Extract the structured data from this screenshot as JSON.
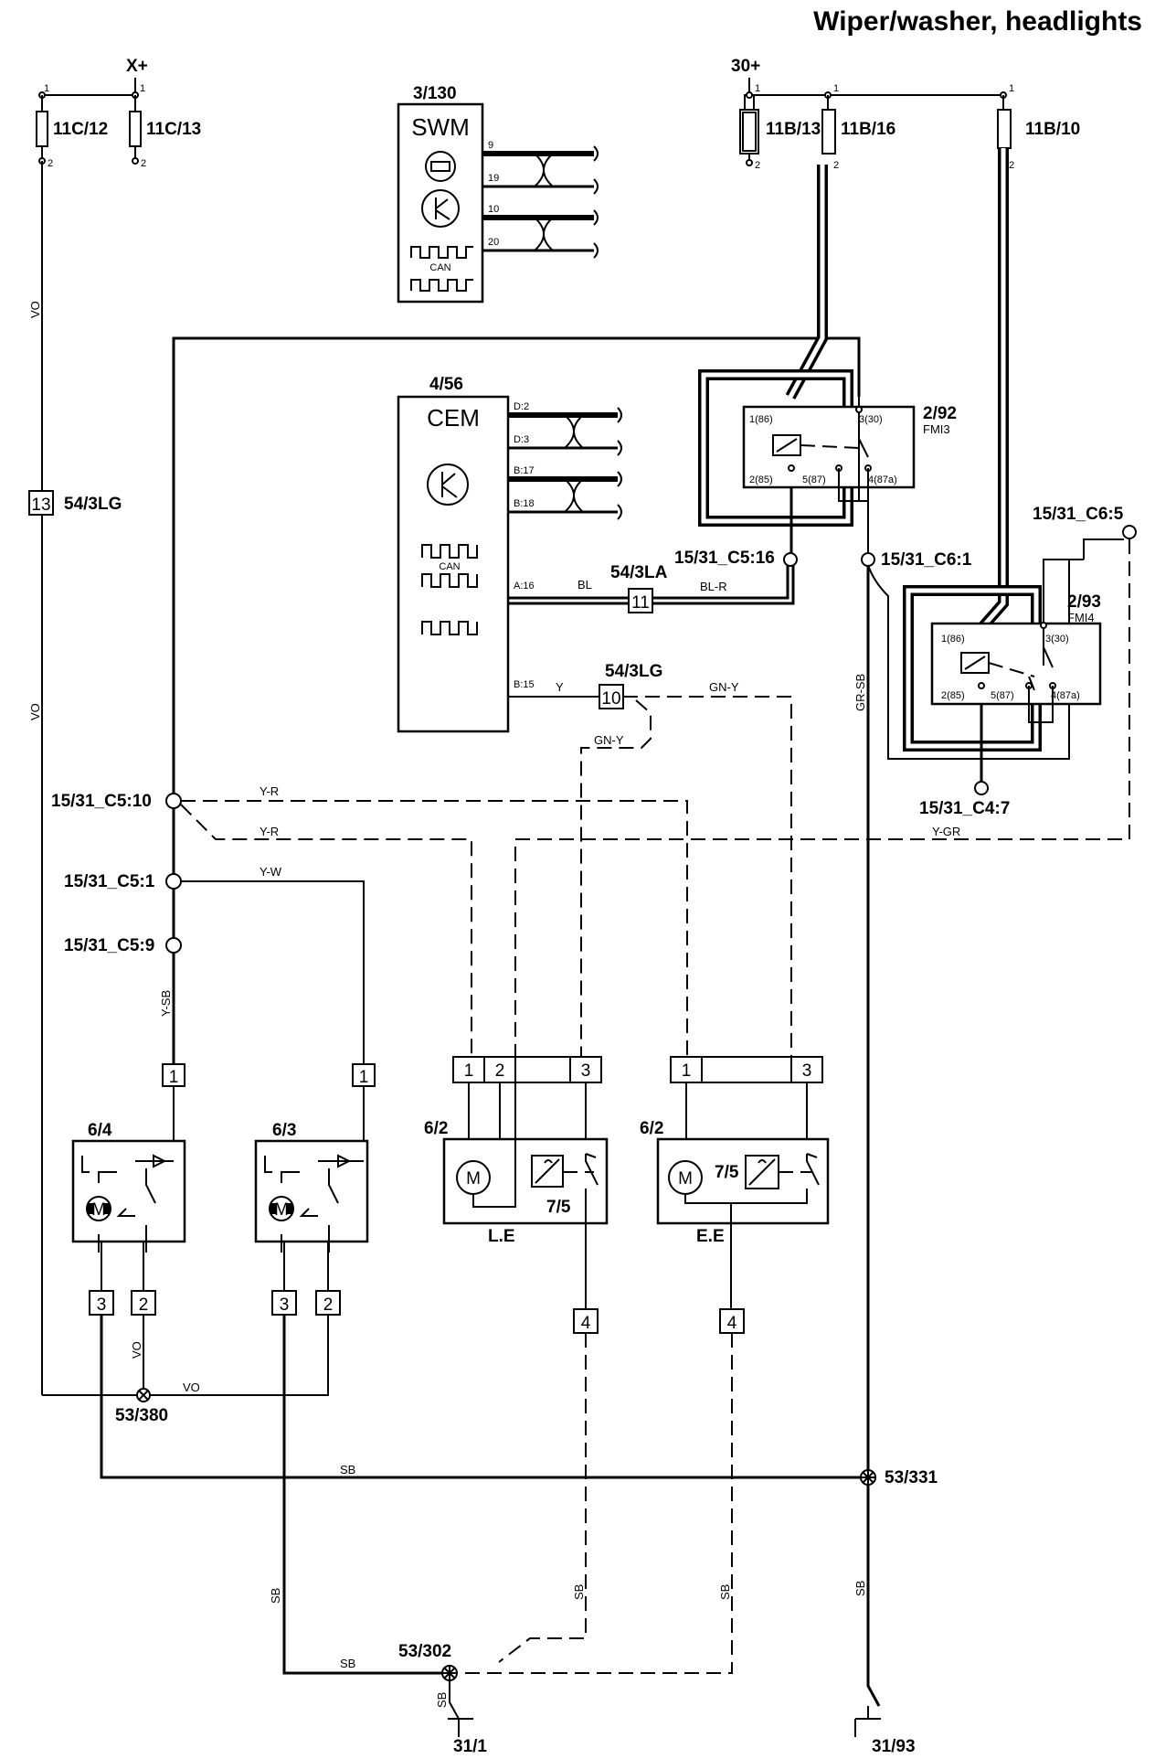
{
  "title": "Wiper/washer, headlights",
  "supplies": {
    "xplus": "X+",
    "b30": "30+"
  },
  "fuses": {
    "f1": "11C/12",
    "f2": "11C/13",
    "f3": "11B/13",
    "f4": "11B/16",
    "f5": "11B/10"
  },
  "fuse_pins": {
    "one": "1",
    "two": "2"
  },
  "swm": {
    "id": "3/130",
    "name": "SWM",
    "can": "CAN",
    "pins": [
      "9",
      "19",
      "10",
      "20"
    ]
  },
  "cem": {
    "id": "4/56",
    "name": "CEM",
    "can": "CAN",
    "pins": [
      "D:2",
      "D:3",
      "B:17",
      "B:18",
      "A:16",
      "B:15"
    ]
  },
  "relay1": {
    "id": "2/92",
    "type": "FMI3",
    "pins": [
      "1(86)",
      "3(30)",
      "2(85)",
      "5(87)",
      "4(87a)"
    ]
  },
  "relay2": {
    "id": "2/93",
    "type": "FMI4",
    "pins": [
      "1(86)",
      "3(30)",
      "2(85)",
      "5(87)",
      "4(87a)"
    ]
  },
  "connectors": {
    "c5_16": "15/31_C5:16",
    "c6_1": "15/31_C6:1",
    "c6_5": "15/31_C6:5",
    "c4_7": "15/31_C4:7",
    "c5_10": "15/31_C5:10",
    "c5_1": "15/31_C5:1",
    "c5_9": "15/31_C5:9",
    "j54_3lg_top": "54/3LG",
    "j54_3la": "54/3LA",
    "j54_3lg_mid": "54/3LG"
  },
  "terminal_numbers": {
    "t13": "13",
    "t11": "11",
    "t10": "10",
    "t1": "1",
    "t2": "2",
    "t3": "3",
    "t4": "4"
  },
  "wire_colors": {
    "vo": "VO",
    "bl": "BL",
    "blr": "BL-R",
    "y": "Y",
    "gny": "GN-Y",
    "yr": "Y-R",
    "yw": "Y-W",
    "ysb": "Y-SB",
    "ygr": "Y-GR",
    "grsb": "GR-SB",
    "sb": "SB"
  },
  "components": {
    "m64": "6/4",
    "m63": "6/3",
    "m62a": "6/2",
    "m62b": "6/2",
    "sw75a": "7/5",
    "sw75b": "7/5",
    "le": "L.E",
    "ee": "E.E",
    "motor": "M"
  },
  "grounds": {
    "g380": "53/380",
    "g331": "53/331",
    "g302": "53/302",
    "e31_1": "31/1",
    "e31_93": "31/93"
  }
}
